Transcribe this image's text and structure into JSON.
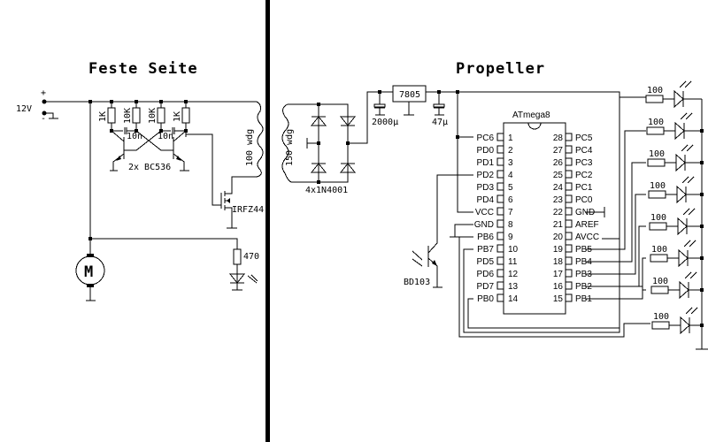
{
  "left_section": {
    "title": "Feste Seite",
    "supply_label": "12V",
    "plus_label": "+",
    "minus_label": "-",
    "resistors": [
      "1K",
      "10K",
      "10K",
      "1K"
    ],
    "capacitors": [
      "10n",
      "10n"
    ],
    "transistor_label": "2x BC536",
    "coil_label": "100 wdg",
    "mosfet_label": "IRFZ44",
    "motor_label": "M",
    "led_resistor": "470"
  },
  "right_section": {
    "title": "Propeller",
    "coil_label": "150 wdg",
    "rectifier_label": "4x1N4001",
    "regulator_label": "7805",
    "cap_in_label": "2000µ",
    "cap_out_label": "47µ",
    "mcu_label": "ATmega8",
    "phototransistor_label": "BD103",
    "left_pins": [
      {
        "name": "PC6",
        "num": "1"
      },
      {
        "name": "PD0",
        "num": "2"
      },
      {
        "name": "PD1",
        "num": "3"
      },
      {
        "name": "PD2",
        "num": "4"
      },
      {
        "name": "PD3",
        "num": "5"
      },
      {
        "name": "PD4",
        "num": "6"
      },
      {
        "name": "VCC",
        "num": "7"
      },
      {
        "name": "GND",
        "num": "8"
      },
      {
        "name": "PB6",
        "num": "9"
      },
      {
        "name": "PB7",
        "num": "10"
      },
      {
        "name": "PD5",
        "num": "11"
      },
      {
        "name": "PD6",
        "num": "12"
      },
      {
        "name": "PD7",
        "num": "13"
      },
      {
        "name": "PB0",
        "num": "14"
      }
    ],
    "right_pins": [
      {
        "name": "PC5",
        "num": "28"
      },
      {
        "name": "PC4",
        "num": "27"
      },
      {
        "name": "PC3",
        "num": "26"
      },
      {
        "name": "PC2",
        "num": "25"
      },
      {
        "name": "PC1",
        "num": "24"
      },
      {
        "name": "PC0",
        "num": "23"
      },
      {
        "name": "GND",
        "num": "22"
      },
      {
        "name": "AREF",
        "num": "21"
      },
      {
        "name": "AVCC",
        "num": "20"
      },
      {
        "name": "PB5",
        "num": "19"
      },
      {
        "name": "PB4",
        "num": "18"
      },
      {
        "name": "PB3",
        "num": "17"
      },
      {
        "name": "PB2",
        "num": "16"
      },
      {
        "name": "PB1",
        "num": "15"
      }
    ],
    "led_resistors": [
      "100",
      "100",
      "100",
      "100",
      "100",
      "100",
      "100",
      "100"
    ]
  }
}
